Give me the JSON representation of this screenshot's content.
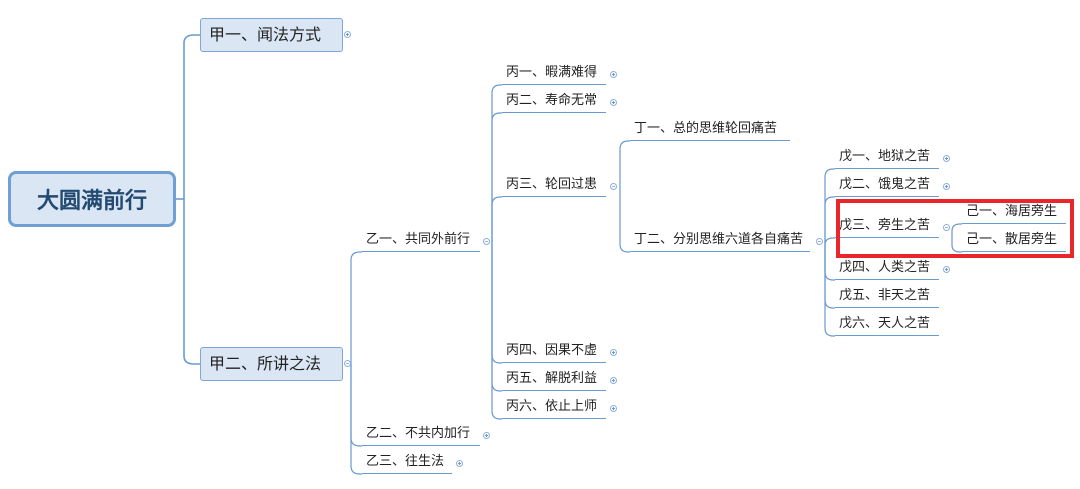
{
  "mindmap": {
    "root": "大圆满前行",
    "jia1": "甲一、闻法方式",
    "jia2": "甲二、所讲之法",
    "yi1": "乙一、共同外前行",
    "yi2": "乙二、不共内加行",
    "yi3": "乙三、往生法",
    "bing1": "丙一、暇满难得",
    "bing2": "丙二、寿命无常",
    "bing3": "丙三、轮回过患",
    "bing4": "丙四、因果不虚",
    "bing5": "丙五、解脱利益",
    "bing6": "丙六、依止上师",
    "ding1": "丁一、总的思维轮回痛苦",
    "ding2": "丁二、分别思维六道各自痛苦",
    "wu1": "戊一、地狱之苦",
    "wu2": "戊二、饿鬼之苦",
    "wu3": "戊三、旁生之苦",
    "wu4": "戊四、人类之苦",
    "wu5": "戊五、非天之苦",
    "wu6": "戊六、天人之苦",
    "ji1": "己一、海居旁生",
    "ji2": "己一、散居旁生"
  },
  "colors": {
    "branch": "#6b9ad0",
    "highlight": "#e8262b",
    "node_fill": "#dbe6f4"
  }
}
